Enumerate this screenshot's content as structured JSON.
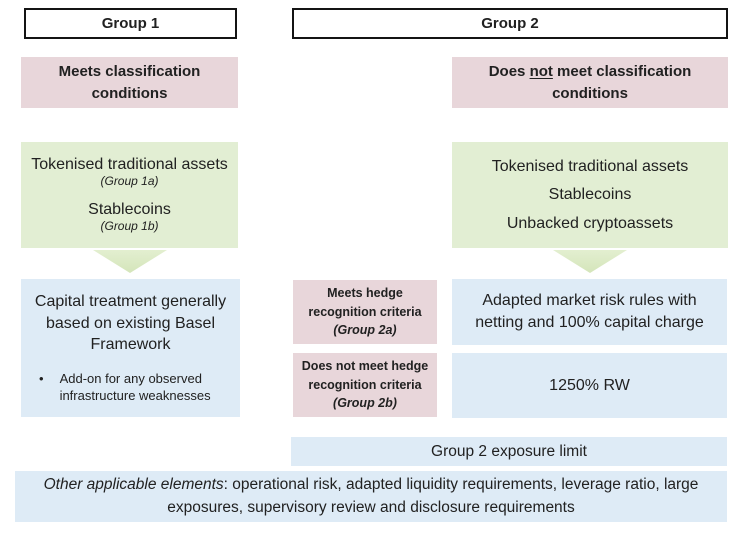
{
  "colors": {
    "pink": "#e8d6da",
    "green": "#e2eed3",
    "blue": "#deebf6",
    "arrow_green": "#d8e8c0",
    "header_border": "#141414",
    "text": "#212121"
  },
  "group1": {
    "header": "Group 1",
    "condition": "Meets classification conditions",
    "assets": [
      {
        "name": "Tokenised traditional assets",
        "label": "(Group 1a)"
      },
      {
        "name": "Stablecoins",
        "label": "(Group 1b)"
      }
    ],
    "treatment": {
      "heading": "Capital treatment generally based on existing Basel Framework",
      "bullet_glyph": "•",
      "bullet": "Add-on for any observed infrastructure weaknesses"
    }
  },
  "group2": {
    "header": "Group 2",
    "condition": {
      "prefix": "Does ",
      "underlined": "not",
      "suffix": " meet classification conditions"
    },
    "assets": [
      "Tokenised traditional assets",
      "Stablecoins",
      "Unbacked cryptoassets"
    ],
    "rows": [
      {
        "criteria": "Meets hedge recognition criteria",
        "criteria_label": "(Group 2a)",
        "treatment": "Adapted market risk rules with netting and 100% capital charge"
      },
      {
        "criteria": "Does not meet hedge recognition criteria",
        "criteria_label": "(Group 2b)",
        "treatment": "1250% RW"
      }
    ],
    "exposure_limit": "Group 2 exposure limit"
  },
  "footer": {
    "lead": "Other applicable elements",
    "rest": ": operational risk, adapted liquidity requirements, leverage ratio, large exposures, supervisory review and disclosure requirements"
  }
}
